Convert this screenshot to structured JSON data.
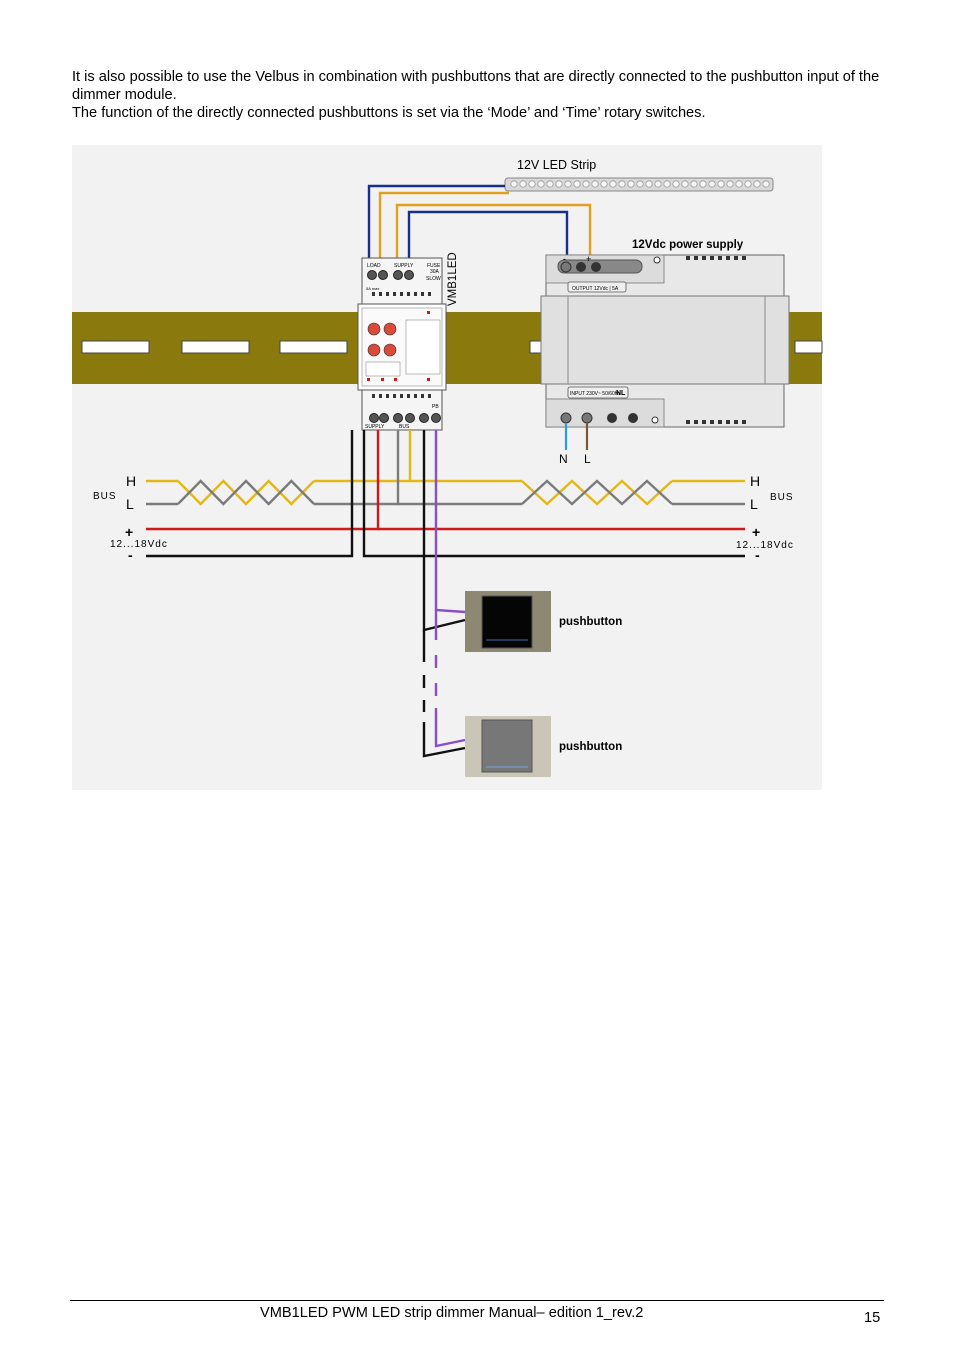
{
  "intro": {
    "line1": "It is also possible to use the Velbus in combination with pushbuttons that are directly connected to the pushbutton input of the dimmer module.",
    "line2": "The function of the directly connected pushbuttons is set via the ‘Mode’ and ‘Time’ rotary switches."
  },
  "diagram": {
    "led_strip_label": "12V LED Strip",
    "psu_label": "12Vdc power supply",
    "psu_output": "OUTPUT 12Vdc | 5A",
    "psu_input": "INPUT 230V~ 50/60Hz",
    "psu_nl": "NL",
    "psu_minus": "-",
    "psu_plus": "+",
    "neutral": "N",
    "line": "L",
    "module_name": "VMB1LED",
    "module_load": "LOAD",
    "module_supply_top": "SUPPLY",
    "module_fuse": "FUSE",
    "module_fuse_rating": "30A",
    "module_fuse_type": "SLOW",
    "module_load_max": "5A max",
    "module_supply_bottom": "SUPPLY",
    "module_bus": "BUS",
    "module_pb": "PB",
    "bus_left": "BUS",
    "bus_right": "BUS",
    "h_left": "H",
    "l_left": "L",
    "h_right": "H",
    "l_right": "L",
    "plus_left": "+",
    "minus_left": "-",
    "plus_right": "+",
    "minus_right": "-",
    "vdc_left": "12...18Vdc",
    "vdc_right": "12...18Vdc",
    "pushbutton1": "pushbutton",
    "pushbutton2": "pushbutton"
  },
  "colors": {
    "din_rail": "#8a7a0e",
    "bus_h": "#e5b716",
    "bus_l": "#7b7b7b",
    "supply_plus": "#d01818",
    "supply_minus": "#111111",
    "load_wire_blue": "#1a2e8c",
    "load_wire_orange": "#e0a020",
    "pb_wire": "#8a4fc6",
    "neutral_wire": "#2a9be0",
    "line_wire": "#7a5a2a"
  },
  "footer": {
    "title": "VMB1LED PWM LED strip dimmer Manual– edition 1_rev.2",
    "page": "15"
  }
}
